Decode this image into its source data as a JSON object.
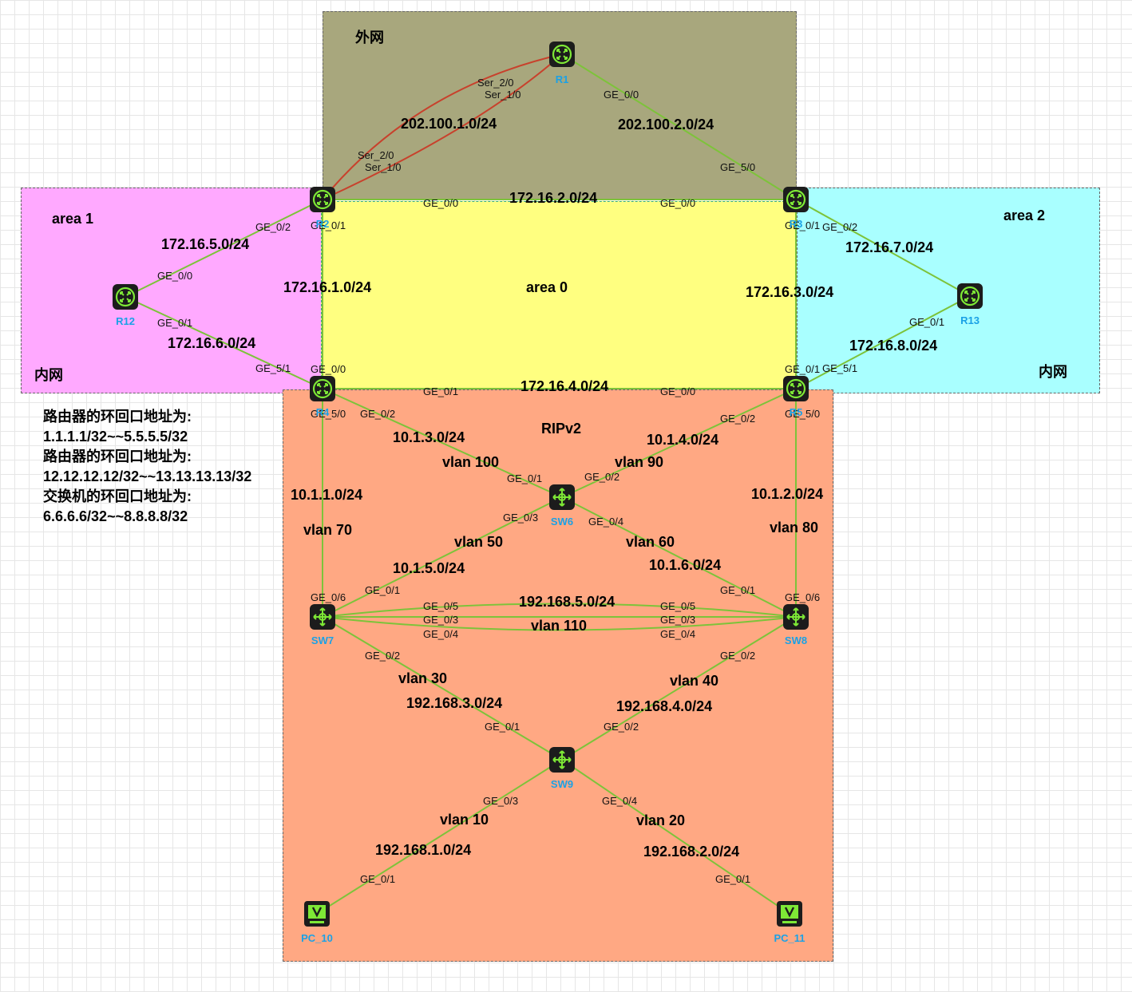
{
  "areas": {
    "wan": {
      "title": "外网",
      "color": "#a8a77d"
    },
    "area1": {
      "title": "area 1",
      "subtitle": "内网",
      "color": "#ffa9ff"
    },
    "area0": {
      "title": "area 0",
      "color": "#ffff80"
    },
    "area2": {
      "title": "area 2",
      "subtitle": "内网",
      "color": "#a9ffff"
    },
    "rip": {
      "title": "RIPv2",
      "color": "#ffa883"
    }
  },
  "devices": {
    "R1": "R1",
    "R2": "R2",
    "R3": "R3",
    "R4": "R4",
    "R5": "R5",
    "R12": "R12",
    "R13": "R13",
    "SW6": "SW6",
    "SW7": "SW7",
    "SW8": "SW8",
    "SW9": "SW9",
    "PC10": "PC_10",
    "PC11": "PC_11"
  },
  "icons": {
    "router": "router-icon",
    "switch": "switch-icon",
    "pc": "pc-icon"
  },
  "link_colors": {
    "ethernet": "#7dc33a",
    "serial": "#c8412c"
  },
  "networks": {
    "n202_1": "202.100.1.0/24",
    "n202_2": "202.100.2.0/24",
    "n172_2": "172.16.2.0/24",
    "n172_5": "172.16.5.0/24",
    "n172_1": "172.16.1.0/24",
    "n172_6": "172.16.6.0/24",
    "n172_7": "172.16.7.0/24",
    "n172_3": "172.16.3.0/24",
    "n172_8": "172.16.8.0/24",
    "n172_4": "172.16.4.0/24",
    "n10_1_3": "10.1.3.0/24",
    "n10_1_4": "10.1.4.0/24",
    "n10_1_1": "10.1.1.0/24",
    "n10_1_2": "10.1.2.0/24",
    "n10_1_5": "10.1.5.0/24",
    "n10_1_6": "10.1.6.0/24",
    "n192_5": "192.168.5.0/24",
    "n192_3": "192.168.3.0/24",
    "n192_4": "192.168.4.0/24",
    "n192_1": "192.168.1.0/24",
    "n192_2": "192.168.2.0/24"
  },
  "vlans": {
    "v100": "vlan 100",
    "v90": "vlan 90",
    "v70": "vlan 70",
    "v80": "vlan 80",
    "v50": "vlan 50",
    "v60": "vlan 60",
    "v110": "vlan 110",
    "v30": "vlan 30",
    "v40": "vlan 40",
    "v10": "vlan 10",
    "v20": "vlan 20"
  },
  "ports": [
    {
      "id": "p1",
      "text": "Ser_2/0"
    },
    {
      "id": "p2",
      "text": "Ser_1/0"
    },
    {
      "id": "p3",
      "text": "GE_0/0"
    },
    {
      "id": "p4",
      "text": "Ser_2/0"
    },
    {
      "id": "p5",
      "text": "Ser_1/0"
    },
    {
      "id": "p6",
      "text": "GE_5/0"
    },
    {
      "id": "p7",
      "text": "GE_0/2"
    },
    {
      "id": "p8",
      "text": "GE_0/1"
    },
    {
      "id": "p9",
      "text": "GE_0/0"
    },
    {
      "id": "p10",
      "text": "GE_0/0"
    },
    {
      "id": "p11",
      "text": "GE_0/1"
    },
    {
      "id": "p12",
      "text": "GE_0/2"
    },
    {
      "id": "p13",
      "text": "GE_0/0"
    },
    {
      "id": "p14",
      "text": "GE_0/1"
    },
    {
      "id": "p15",
      "text": "GE_0/1"
    },
    {
      "id": "p16",
      "text": "GE_5/1"
    },
    {
      "id": "p17",
      "text": "GE_0/0"
    },
    {
      "id": "p18",
      "text": "GE_0/1"
    },
    {
      "id": "p19",
      "text": "GE_5/1"
    },
    {
      "id": "p20",
      "text": "GE_0/1"
    },
    {
      "id": "p21",
      "text": "GE_0/0"
    },
    {
      "id": "p22",
      "text": "GE_5/0"
    },
    {
      "id": "p23",
      "text": "GE_0/2"
    },
    {
      "id": "p24",
      "text": "GE_0/2"
    },
    {
      "id": "p25",
      "text": "GE_5/0"
    },
    {
      "id": "p26",
      "text": "GE_0/1"
    },
    {
      "id": "p27",
      "text": "GE_0/2"
    },
    {
      "id": "p28",
      "text": "GE_0/3"
    },
    {
      "id": "p29",
      "text": "GE_0/4"
    },
    {
      "id": "p30",
      "text": "GE_0/6"
    },
    {
      "id": "p31",
      "text": "GE_0/1"
    },
    {
      "id": "p32",
      "text": "GE_0/1"
    },
    {
      "id": "p33",
      "text": "GE_0/6"
    },
    {
      "id": "p34",
      "text": "GE_0/5"
    },
    {
      "id": "p35",
      "text": "GE_0/3"
    },
    {
      "id": "p36",
      "text": "GE_0/4"
    },
    {
      "id": "p37",
      "text": "GE_0/5"
    },
    {
      "id": "p38",
      "text": "GE_0/3"
    },
    {
      "id": "p39",
      "text": "GE_0/4"
    },
    {
      "id": "p40",
      "text": "GE_0/2"
    },
    {
      "id": "p41",
      "text": "GE_0/2"
    },
    {
      "id": "p42",
      "text": "GE_0/1"
    },
    {
      "id": "p43",
      "text": "GE_0/2"
    },
    {
      "id": "p44",
      "text": "GE_0/3"
    },
    {
      "id": "p45",
      "text": "GE_0/4"
    },
    {
      "id": "p46",
      "text": "GE_0/1"
    },
    {
      "id": "p47",
      "text": "GE_0/1"
    }
  ],
  "notes": [
    "路由器的环回口地址为:",
    "1.1.1.1/32~~5.5.5.5/32",
    "路由器的环回口地址为:",
    "12.12.12.12/32~~13.13.13.13/32",
    "交换机的环回口地址为:",
    "6.6.6.6/32~~8.8.8.8/32"
  ]
}
